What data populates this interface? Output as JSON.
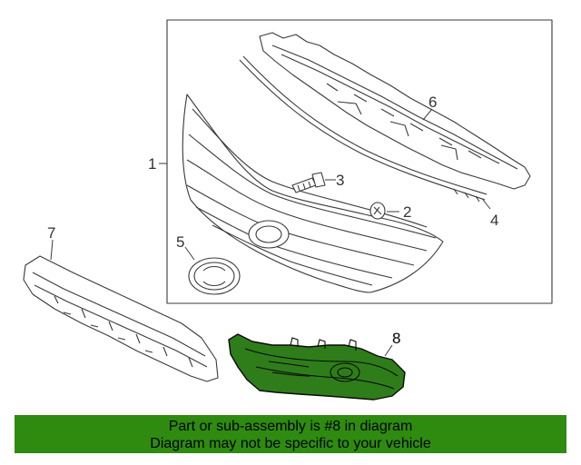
{
  "diagram": {
    "callouts": {
      "c1": "1",
      "c2": "2",
      "c3": "3",
      "c4": "4",
      "c5": "5",
      "c6": "6",
      "c7": "7",
      "c8": "8"
    },
    "highlighted_part": "8",
    "highlight_color": "#2e8b0f"
  },
  "banner": {
    "line1": "Part or sub-assembly is #8 in diagram",
    "line2": "Diagram may not be specific to your vehicle",
    "background": "#2e8b0f"
  }
}
